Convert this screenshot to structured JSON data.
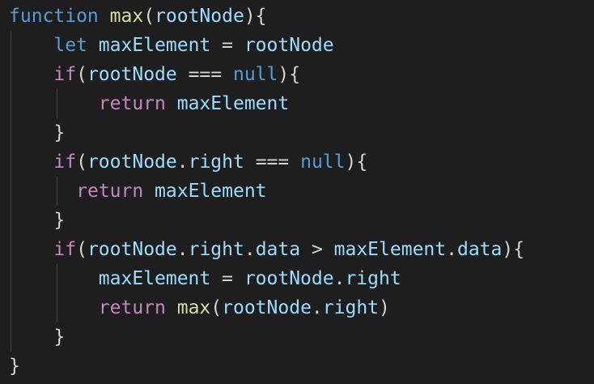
{
  "editor": {
    "language": "javascript",
    "theme": "dark",
    "colors": {
      "background": "#1e1e1e",
      "default_text": "#d4d4d4",
      "storage_keyword": "#569cd6",
      "control_keyword": "#c586c0",
      "function_name": "#dcdcaa",
      "variable": "#9cdcfe",
      "indent_guide": "#404040"
    },
    "lines": [
      {
        "indent": "",
        "tokens": [
          {
            "t": "function",
            "c": "kw-storage"
          },
          {
            "t": " ",
            "c": "punc"
          },
          {
            "t": "max",
            "c": "fn-name"
          },
          {
            "t": "(",
            "c": "punc"
          },
          {
            "t": "rootNode",
            "c": "var"
          },
          {
            "t": "){",
            "c": "punc"
          }
        ]
      },
      {
        "indent": "    ",
        "tokens": [
          {
            "t": "let",
            "c": "kw-storage"
          },
          {
            "t": " ",
            "c": "punc"
          },
          {
            "t": "maxElement",
            "c": "var"
          },
          {
            "t": " = ",
            "c": "punc"
          },
          {
            "t": "rootNode",
            "c": "var"
          }
        ]
      },
      {
        "indent": "    ",
        "tokens": [
          {
            "t": "if",
            "c": "kw-control"
          },
          {
            "t": "(",
            "c": "punc"
          },
          {
            "t": "rootNode",
            "c": "var"
          },
          {
            "t": " === ",
            "c": "punc"
          },
          {
            "t": "null",
            "c": "kw-storage"
          },
          {
            "t": "){",
            "c": "punc"
          }
        ]
      },
      {
        "indent": "        ",
        "tokens": [
          {
            "t": "return",
            "c": "kw-control"
          },
          {
            "t": " ",
            "c": "punc"
          },
          {
            "t": "maxElement",
            "c": "var"
          }
        ]
      },
      {
        "indent": "    ",
        "tokens": [
          {
            "t": "}",
            "c": "punc"
          }
        ]
      },
      {
        "indent": "    ",
        "tokens": [
          {
            "t": "if",
            "c": "kw-control"
          },
          {
            "t": "(",
            "c": "punc"
          },
          {
            "t": "rootNode",
            "c": "var"
          },
          {
            "t": ".",
            "c": "punc"
          },
          {
            "t": "right",
            "c": "var"
          },
          {
            "t": " === ",
            "c": "punc"
          },
          {
            "t": "null",
            "c": "kw-storage"
          },
          {
            "t": "){",
            "c": "punc"
          }
        ]
      },
      {
        "indent": "      ",
        "tokens": [
          {
            "t": "return",
            "c": "kw-control"
          },
          {
            "t": " ",
            "c": "punc"
          },
          {
            "t": "maxElement",
            "c": "var"
          }
        ]
      },
      {
        "indent": "    ",
        "tokens": [
          {
            "t": "}",
            "c": "punc"
          }
        ]
      },
      {
        "indent": "    ",
        "tokens": [
          {
            "t": "if",
            "c": "kw-control"
          },
          {
            "t": "(",
            "c": "punc"
          },
          {
            "t": "rootNode",
            "c": "var"
          },
          {
            "t": ".",
            "c": "punc"
          },
          {
            "t": "right",
            "c": "var"
          },
          {
            "t": ".",
            "c": "punc"
          },
          {
            "t": "data",
            "c": "var"
          },
          {
            "t": " > ",
            "c": "punc"
          },
          {
            "t": "maxElement",
            "c": "var"
          },
          {
            "t": ".",
            "c": "punc"
          },
          {
            "t": "data",
            "c": "var"
          },
          {
            "t": "){",
            "c": "punc"
          }
        ]
      },
      {
        "indent": "        ",
        "tokens": [
          {
            "t": "maxElement",
            "c": "var"
          },
          {
            "t": " = ",
            "c": "punc"
          },
          {
            "t": "rootNode",
            "c": "var"
          },
          {
            "t": ".",
            "c": "punc"
          },
          {
            "t": "right",
            "c": "var"
          }
        ]
      },
      {
        "indent": "        ",
        "tokens": [
          {
            "t": "return",
            "c": "kw-control"
          },
          {
            "t": " ",
            "c": "punc"
          },
          {
            "t": "max",
            "c": "fn-name"
          },
          {
            "t": "(",
            "c": "punc"
          },
          {
            "t": "rootNode",
            "c": "var"
          },
          {
            "t": ".",
            "c": "punc"
          },
          {
            "t": "right",
            "c": "var"
          },
          {
            "t": ")",
            "c": "punc"
          }
        ]
      },
      {
        "indent": "    ",
        "tokens": [
          {
            "t": "}",
            "c": "punc"
          }
        ]
      },
      {
        "indent": "",
        "tokens": [
          {
            "t": "}",
            "c": "punc"
          }
        ]
      }
    ]
  }
}
